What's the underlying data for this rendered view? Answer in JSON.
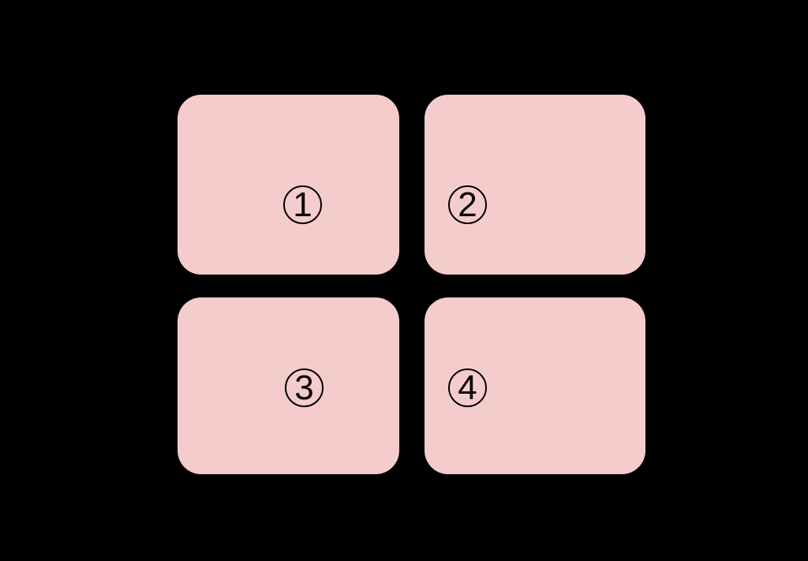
{
  "canvas": {
    "background_color": "#000000"
  },
  "diagram": {
    "box_fill_color": "#F4CCCC",
    "label_color": "#000000",
    "boxes": [
      {
        "id": "box-1",
        "digit": "1",
        "circled_label": "①"
      },
      {
        "id": "box-2",
        "digit": "2",
        "circled_label": "②"
      },
      {
        "id": "box-3",
        "digit": "3",
        "circled_label": "③"
      },
      {
        "id": "box-4",
        "digit": "4",
        "circled_label": "④"
      }
    ]
  }
}
